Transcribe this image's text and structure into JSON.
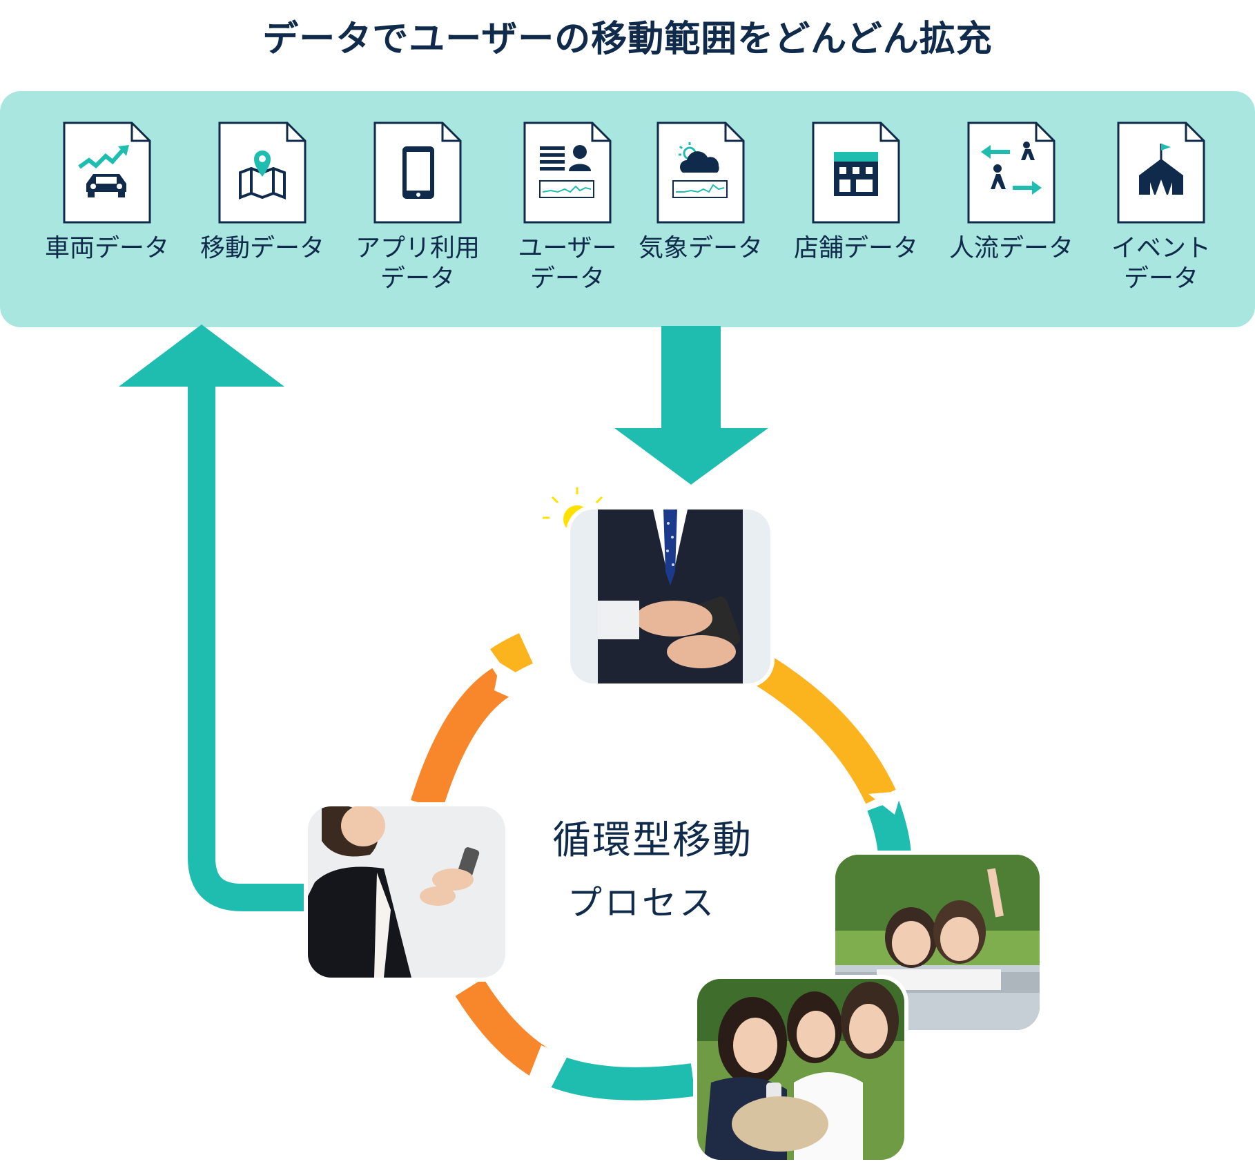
{
  "title": "データでユーザーの移動範囲をどんどん拡充",
  "data_sources": [
    {
      "label": "車両データ",
      "icon": "car-trend-icon"
    },
    {
      "label": "移動データ",
      "icon": "map-pin-icon"
    },
    {
      "label": "アプリ利用\nデータ",
      "icon": "tablet-icon"
    },
    {
      "label": "ユーザー\nデータ",
      "icon": "user-profile-icon"
    },
    {
      "label": "気象データ",
      "icon": "weather-cloud-icon"
    },
    {
      "label": "店舗データ",
      "icon": "store-icon"
    },
    {
      "label": "人流データ",
      "icon": "pedestrian-flow-icon"
    },
    {
      "label": "イベント\nデータ",
      "icon": "event-tent-icon"
    }
  ],
  "cycle": {
    "title": "循環型移動",
    "subtitle": "プロセス"
  },
  "colors": {
    "teal": "#1fbdb0",
    "panel": "#a8e6df",
    "navy": "#0f2a4a",
    "yellow": "#fbb41e",
    "orange": "#f7872a",
    "bulb": "#ffe100"
  }
}
